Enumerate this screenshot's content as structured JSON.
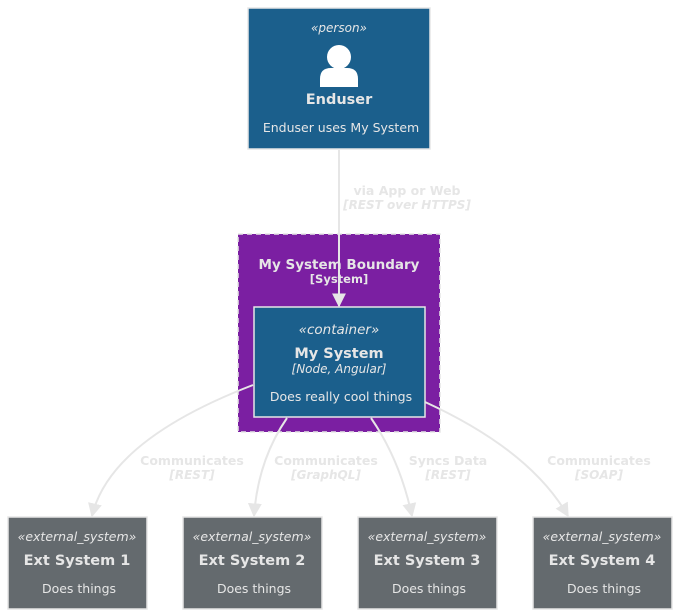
{
  "person": {
    "stereotype": "«person»",
    "name": "Enduser",
    "description": "Enduser uses My System"
  },
  "boundary": {
    "name": "My System Boundary",
    "type": "[System]"
  },
  "container": {
    "stereotype": "«container»",
    "name": "My System",
    "tech": "[Node, Angular]",
    "description": "Does really cool things"
  },
  "external_systems": [
    {
      "stereotype": "«external_system»",
      "name": "Ext System 1",
      "description": "Does things"
    },
    {
      "stereotype": "«external_system»",
      "name": "Ext System 2",
      "description": "Does things"
    },
    {
      "stereotype": "«external_system»",
      "name": "Ext System 3",
      "description": "Does things"
    },
    {
      "stereotype": "«external_system»",
      "name": "Ext System 4",
      "description": "Does things"
    }
  ],
  "relations": [
    {
      "label": "via App or Web",
      "tech": "[REST over HTTPS]"
    },
    {
      "label": "Communicates",
      "tech": "[REST]"
    },
    {
      "label": "Communicates",
      "tech": "[GraphQL]"
    },
    {
      "label": "Syncs Data",
      "tech": "[REST]"
    },
    {
      "label": "Communicates",
      "tech": "[SOAP]"
    }
  ],
  "colors": {
    "person_fill": "#1b5f8c",
    "container_fill": "#1b5f8c",
    "boundary_fill": "#7b1fa2",
    "external_fill": "#646a6e",
    "edge": "#e6e6e6",
    "node_border": "#e6e6e6"
  },
  "icons": {
    "person": "person-icon"
  }
}
